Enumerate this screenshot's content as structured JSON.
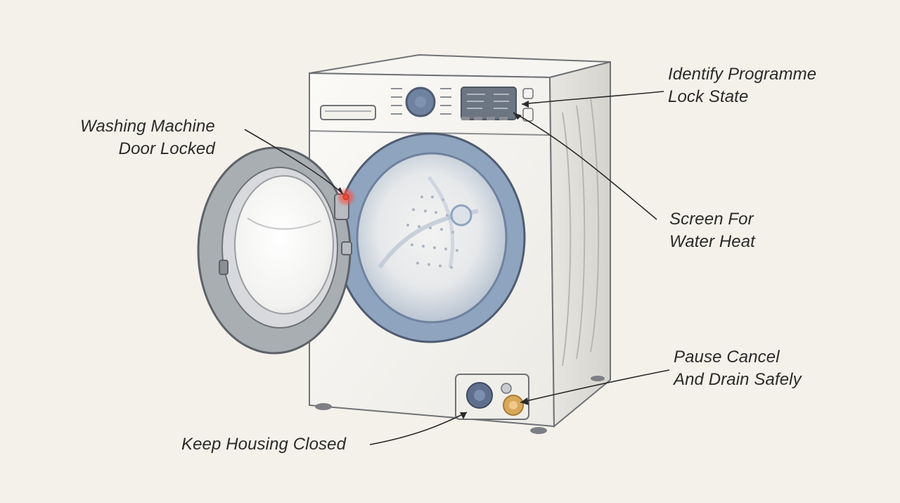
{
  "labels": {
    "door_locked": {
      "line1": "Washing Machine",
      "line2": "Door Locked"
    },
    "lock_state": {
      "line1": "Identify Programme",
      "line2": "Lock State"
    },
    "water_heat": {
      "line1": "Screen For",
      "line2": "Water Heat"
    },
    "drain": {
      "line1": "Pause Cancel",
      "line2": "And Drain Safely"
    },
    "housing": {
      "line1": "Keep Housing Closed"
    }
  },
  "colors": {
    "background": "#f4f1ea",
    "body": "#f8f6f1",
    "outline": "#6f7276",
    "drum_blue": "#8fa4be",
    "indicator_red": "#e84a3b",
    "display": "#6c7582",
    "drain_valve": "#d8a85a",
    "filter_cap": "#5f6f8c"
  },
  "icons": {
    "indicator": "door-lock-indicator-icon",
    "drain_valve": "drain-valve-icon",
    "filter_cap": "filter-cap-icon"
  }
}
